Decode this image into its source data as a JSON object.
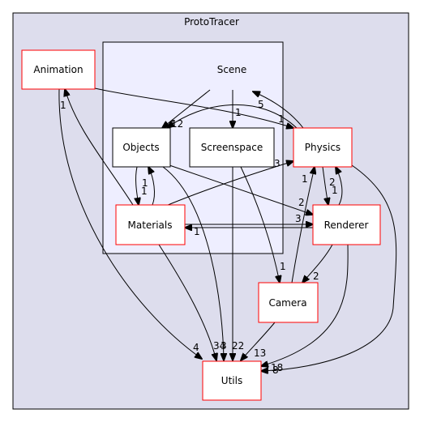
{
  "diagram": {
    "outer_cluster": {
      "label": "ProtoTracer",
      "fill": "#dddded",
      "stroke": "#000000"
    },
    "inner_cluster": {
      "label": "Scene",
      "fill": "#eeeeff",
      "stroke": "#000000"
    },
    "nodes": {
      "animation": {
        "label": "Animation",
        "border": "#ff0000"
      },
      "objects": {
        "label": "Objects",
        "border": "#000000"
      },
      "screenspace": {
        "label": "Screenspace",
        "border": "#000000"
      },
      "physics": {
        "label": "Physics",
        "border": "#ff0000"
      },
      "materials": {
        "label": "Materials",
        "border": "#ff0000"
      },
      "renderer": {
        "label": "Renderer",
        "border": "#ff0000"
      },
      "camera": {
        "label": "Camera",
        "border": "#ff0000"
      },
      "utils": {
        "label": "Utils",
        "border": "#ff0000"
      }
    },
    "edge_labels": {
      "anim_physics": "1",
      "anim_utils": "4",
      "materials_anim": "1",
      "scene_objects": "12",
      "scene_screenspace": "1",
      "physics_scene": "5",
      "physics_objects": "4",
      "objects_materials": "1",
      "materials_objects": "1",
      "objects_renderer": "2",
      "objects_utils": "34",
      "materials_physics": "3",
      "materials_renderer": "3",
      "renderer_materials": "1",
      "materials_utils": "3",
      "screenspace_camera": "1",
      "screenspace_utils": "22",
      "physics_renderer": "1",
      "renderer_physics": "2",
      "camera_physics": "1",
      "renderer_camera": "2",
      "camera_utils": "13",
      "physics_utils": "8",
      "renderer_utils": "18"
    }
  }
}
